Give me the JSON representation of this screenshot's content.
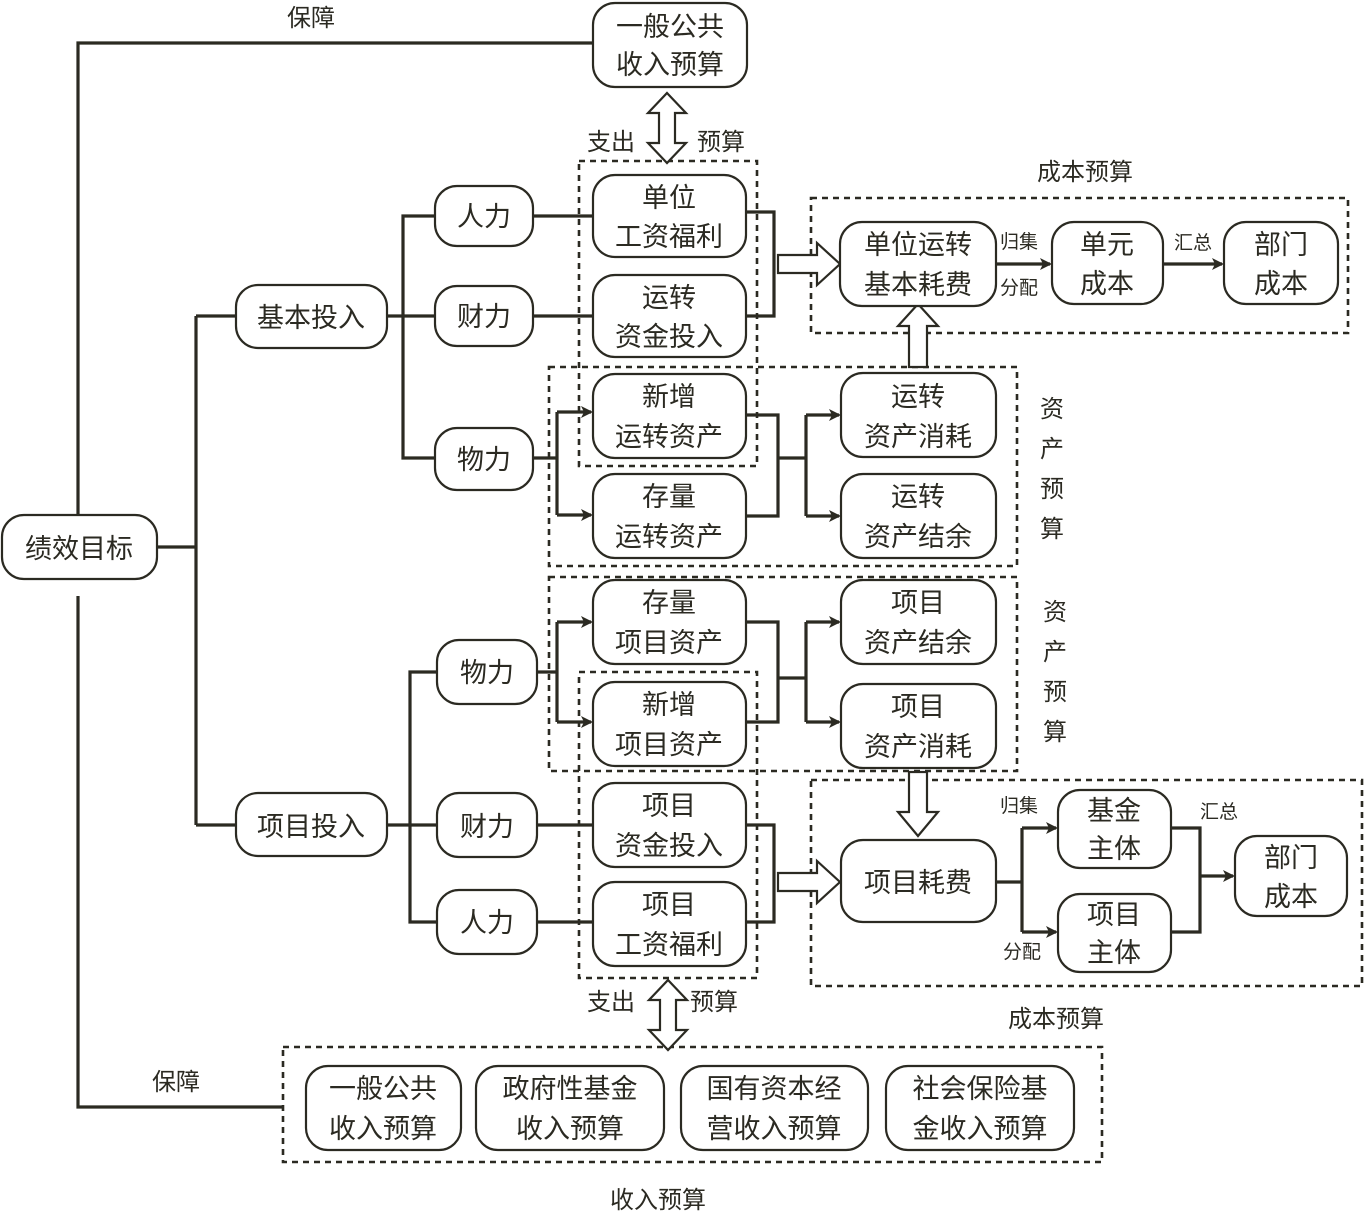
{
  "nodes": {
    "root": "绩效目标",
    "basic_input": "基本投入",
    "project_input": "项目投入",
    "b_manpower": "人力",
    "b_finance": "财力",
    "b_material": "物力",
    "p_material": "物力",
    "p_finance": "财力",
    "p_manpower": "人力",
    "top_revenue": [
      "一般公共",
      "收入预算"
    ],
    "unit_salary": [
      "单位",
      "工资福利"
    ],
    "op_fund": [
      "运转",
      "资金投入"
    ],
    "new_op_asset": [
      "新增",
      "运转资产"
    ],
    "stock_op_asset": [
      "存量",
      "运转资产"
    ],
    "op_asset_consume": [
      "运转",
      "资产消耗"
    ],
    "op_asset_balance": [
      "运转",
      "资产结余"
    ],
    "unit_op_cost": [
      "单位运转",
      "基本耗费"
    ],
    "unit_cost": [
      "单元",
      "成本"
    ],
    "dept_cost_top": [
      "部门",
      "成本"
    ],
    "stock_proj_asset": [
      "存量",
      "项目资产"
    ],
    "new_proj_asset": [
      "新增",
      "项目资产"
    ],
    "proj_asset_balance": [
      "项目",
      "资产结余"
    ],
    "proj_asset_consume": [
      "项目",
      "资产消耗"
    ],
    "proj_fund": [
      "项目",
      "资金投入"
    ],
    "proj_salary": [
      "项目",
      "工资福利"
    ],
    "proj_cost": "项目耗费",
    "fund_entity": [
      "基金",
      "主体"
    ],
    "proj_entity": [
      "项目",
      "主体"
    ],
    "dept_cost_bottom": [
      "部门",
      "成本"
    ],
    "rev_general": [
      "一般公共",
      "收入预算"
    ],
    "rev_gov_fund": [
      "政府性基金",
      "收入预算"
    ],
    "rev_state_capital": [
      "国有资本经",
      "营收入预算"
    ],
    "rev_social_ins": [
      "社会保险基",
      "金收入预算"
    ]
  },
  "labels": {
    "guarantee_top": "保障",
    "guarantee_bottom": "保障",
    "expense_top": "支出",
    "budget_top": "预算",
    "expense_bottom": "支出",
    "budget_bottom": "预算",
    "cost_budget_top": "成本预算",
    "cost_budget_bottom": "成本预算",
    "asset_budget_top": [
      "资",
      "产",
      "预",
      "算"
    ],
    "asset_budget_bottom": [
      "资",
      "产",
      "预",
      "算"
    ],
    "revenue_budget": "收入预算",
    "collect_top": "归集",
    "allocate_top": "分配",
    "summarize_top": "汇总",
    "collect_bottom": "归集",
    "allocate_bottom": "分配",
    "summarize_bottom": "汇总"
  },
  "colors": {
    "ink": "#2b2a22",
    "background": "#ffffff"
  }
}
